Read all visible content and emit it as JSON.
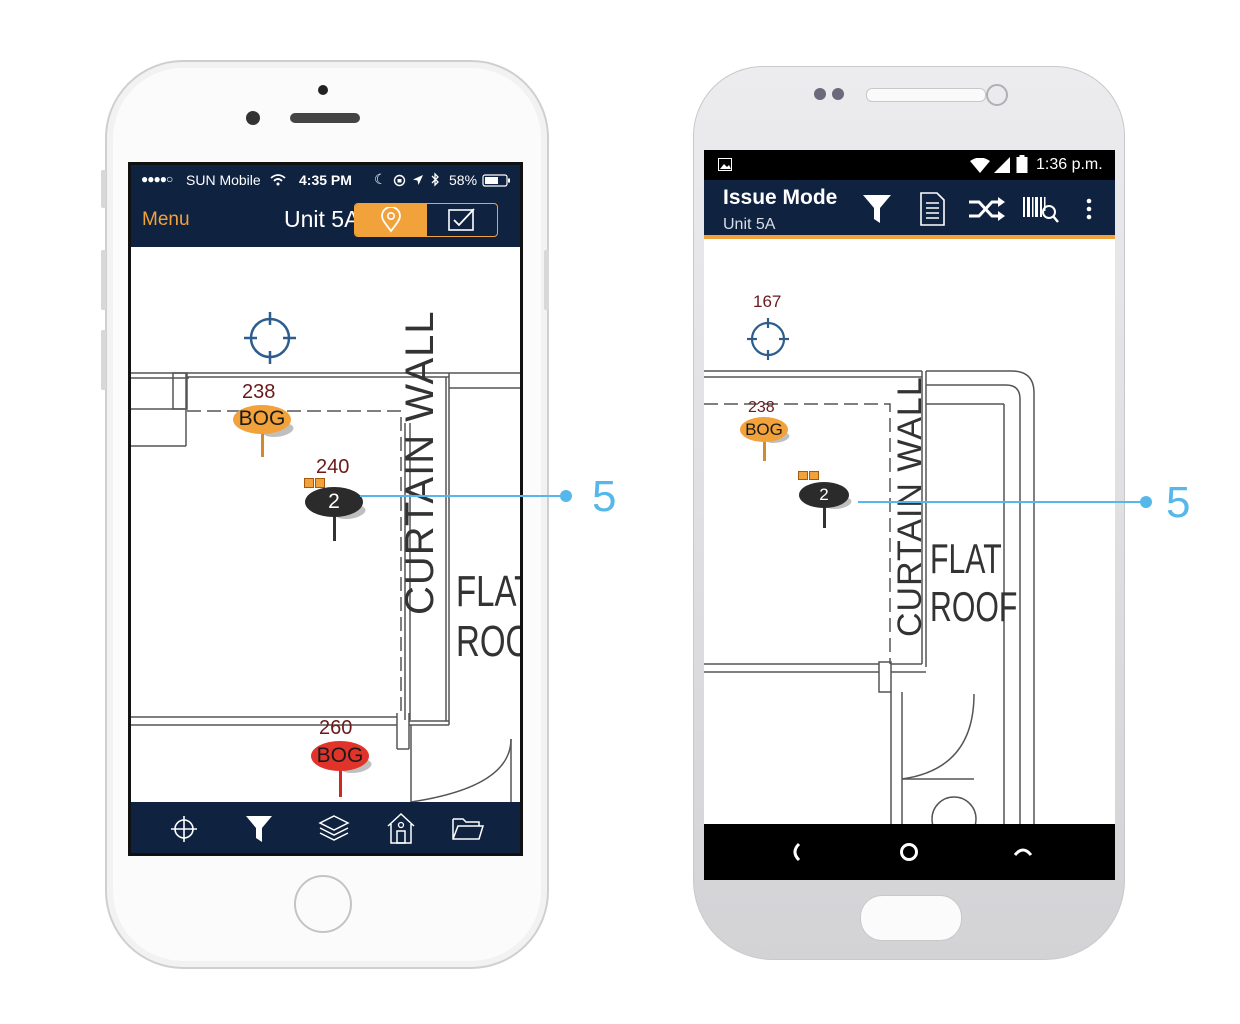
{
  "iphone": {
    "status": {
      "signal": "●●●●○",
      "carrier": "SUN Mobile",
      "time": "4:35 PM",
      "battery": "58%"
    },
    "nav": {
      "menu_label": "Menu",
      "title": "Unit 5A"
    },
    "plan": {
      "text_curtain_wall": "CURTAIN WALL",
      "text_flat": "FLAT",
      "text_roof": "ROOF"
    },
    "pins": [
      {
        "number": "238",
        "label": "BOG",
        "color": "#f2a23a"
      },
      {
        "number": "240",
        "label": "2",
        "color": "#2b2b2b"
      },
      {
        "number": "260",
        "label": "BOG",
        "color": "#e2332b"
      }
    ],
    "tabbar": {
      "icons": [
        "crosshair-icon",
        "filter-icon",
        "layers-icon",
        "home-icon",
        "folder-icon"
      ]
    }
  },
  "android": {
    "status": {
      "time": "1:36 p.m."
    },
    "appbar": {
      "title": "Issue Mode",
      "subtitle": "Unit 5A",
      "icons": [
        "filter-icon",
        "list-icon",
        "shuffle-icon",
        "barcode-icon",
        "more-icon"
      ]
    },
    "plan": {
      "text_curtain_wall": "CURTAIN WALL",
      "text_flat": "FLAT",
      "text_roof": "ROOF"
    },
    "target_number": "167",
    "pins": [
      {
        "number": "238",
        "label": "BOG",
        "color": "#f2a23a"
      },
      {
        "number": "",
        "label": "2",
        "color": "#2b2b2b"
      }
    ]
  },
  "callouts": [
    "5",
    "5"
  ],
  "colors": {
    "navy": "#0f2240",
    "accent": "#f2a23a",
    "callout": "#56b7ea"
  }
}
